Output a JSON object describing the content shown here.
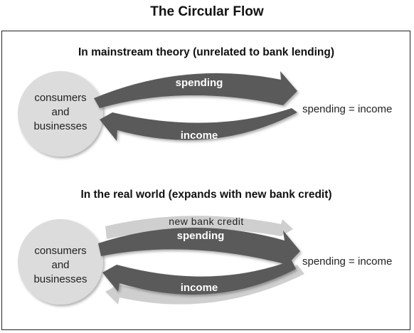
{
  "title": "The Circular Flow",
  "colors": {
    "arrow_dark": "#5a5a5a",
    "arrow_light": "#cfcfcf",
    "circle_fill": "#dcdcdc",
    "frame": "#222222"
  },
  "panels": [
    {
      "heading": "In mainstream theory (unrelated to bank lending)",
      "circle_lines": [
        "consumers",
        "and",
        "businesses"
      ],
      "top_arrow_label": "spending",
      "bottom_arrow_label": "income",
      "side_label": "spending = income"
    },
    {
      "heading": "In the real world (expands with new bank credit)",
      "circle_lines": [
        "consumers",
        "and",
        "businesses"
      ],
      "credit_label": "new bank credit",
      "top_arrow_label": "spending",
      "bottom_arrow_label": "income",
      "side_label": "spending = income"
    }
  ]
}
